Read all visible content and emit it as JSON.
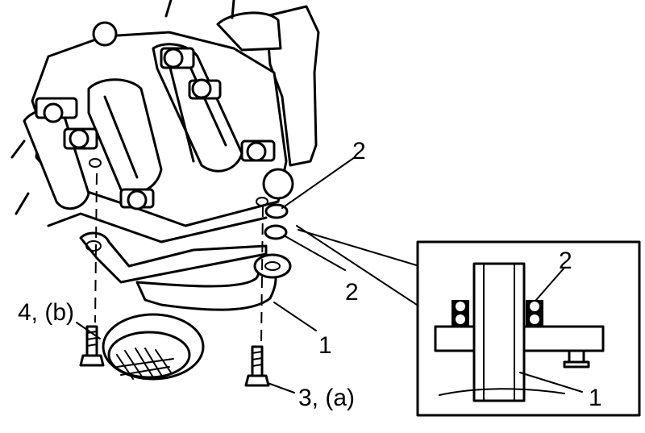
{
  "callouts": {
    "oring_upper": "2",
    "oring_lower": "2",
    "inset_oring": "2",
    "strainer_pipe": "1",
    "inset_pipe": "1",
    "pipe_bolt": "3, (a)",
    "bracket_bolt": "4, (b)"
  }
}
